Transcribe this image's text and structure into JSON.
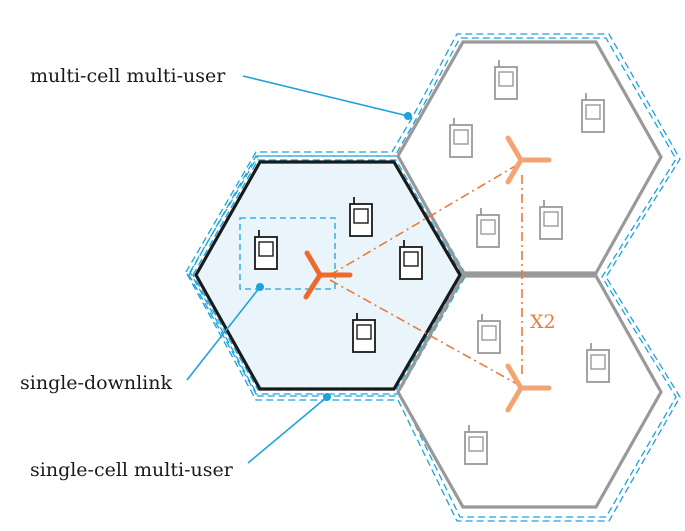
{
  "labels": {
    "multi_cell": "multi-cell multi-user",
    "single_downlink": "single-downlink",
    "single_cell": "single-cell multi-user",
    "x2": "X2"
  },
  "colors": {
    "accent": "#ee7a38",
    "accent_light": "#f3a473",
    "callout": "#1ba3dc",
    "cell_fill": "#e9f5fb",
    "primary_cell": "#1a1a1a",
    "other_cell": "#999999",
    "device_dark": "#1a1a1a",
    "device_gray": "#9a9a9a"
  },
  "icons": {
    "base_station": "base-station-icon",
    "device": "mobile-device-icon"
  }
}
